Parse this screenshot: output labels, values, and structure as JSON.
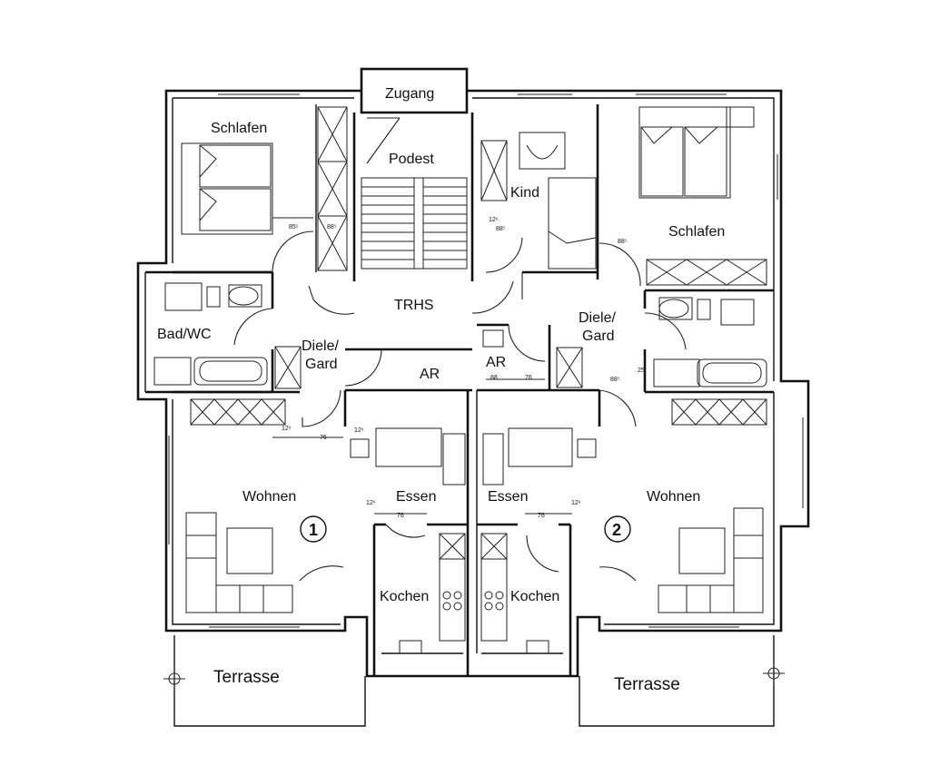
{
  "rooms": {
    "zugang": "Zugang",
    "podest": "Podest",
    "trhs": "TRHS",
    "schlafen_1": "Schlafen",
    "schlafen_2": "Schlafen",
    "kind": "Kind",
    "bad_wc": "Bad/WC",
    "diele_1a": "Diele/",
    "diele_1b": "Gard",
    "diele_2a": "Diele/",
    "diele_2b": "Gard",
    "ar_1": "AR",
    "ar_2": "AR",
    "wohnen_1": "Wohnen",
    "wohnen_2": "Wohnen",
    "essen_1": "Essen",
    "essen_2": "Essen",
    "kochen_1": "Kochen",
    "kochen_2": "Kochen",
    "terrasse_1": "Terrasse",
    "terrasse_2": "Terrasse"
  },
  "units": {
    "unit_1": "1",
    "unit_2": "2"
  },
  "dimensions": {
    "d85_1": "85⁵",
    "d885_1": "88⁵",
    "d126_1": "12⁶",
    "d885_2": "88⁵",
    "d885_3": "88⁵",
    "d885_4": "88⁵",
    "d76_1": "76",
    "d76_2": "76",
    "d76_3": "76",
    "d76_4": "76",
    "d126_2": "12⁶",
    "d126_3": "12⁶",
    "d126_4": "12⁶",
    "d126_5": "12⁶",
    "d88": "88",
    "d25": "25"
  }
}
